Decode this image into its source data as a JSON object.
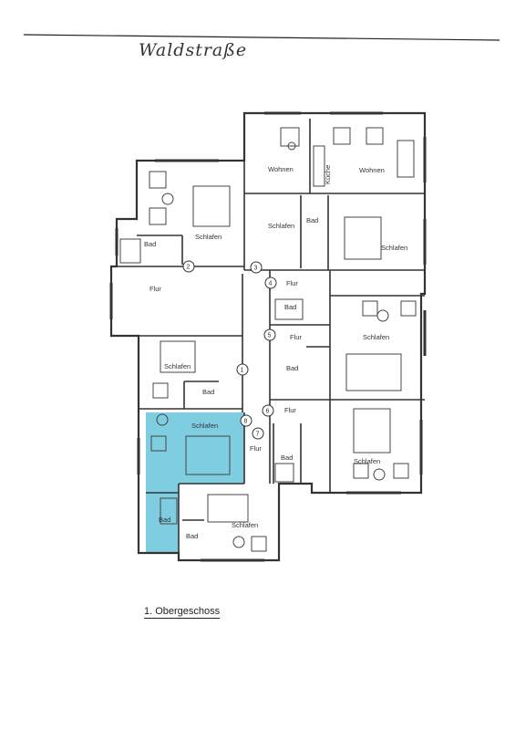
{
  "title": "Waldstraße",
  "floor_label": "1. Obergeschoss",
  "highlight_color": "#7fcde0",
  "wall_color": "#333333",
  "rooms": {
    "wohnen_1": "Wohnen",
    "wohnen_2": "Wohnen",
    "schlafen_top_left": "Schlafen",
    "bad_top_left": "Bad",
    "schlafen_center": "Schlafen",
    "bad_center": "Bad",
    "schlafen_right_top": "Schlafen",
    "flur_main": "Flur",
    "flur_4": "Flur",
    "bad_4": "Bad",
    "schlafen_left": "Schlafen",
    "bad_left": "Bad",
    "flur_5": "Flur",
    "bad_5": "Bad",
    "schlafen_right_mid": "Schlafen",
    "schlafen_highlight": "Schlafen",
    "flur_6": "Flur",
    "flur_7": "Flur",
    "bad_right_low": "Bad",
    "schlafen_right_bottom": "Schlafen",
    "bad_highlight": "Bad",
    "bad_small": "Bad",
    "schlafen_bottom": "Schlafen",
    "kitchen": "Küche"
  },
  "unit_numbers": [
    "1",
    "2",
    "3",
    "4",
    "5",
    "6",
    "7",
    "8"
  ]
}
